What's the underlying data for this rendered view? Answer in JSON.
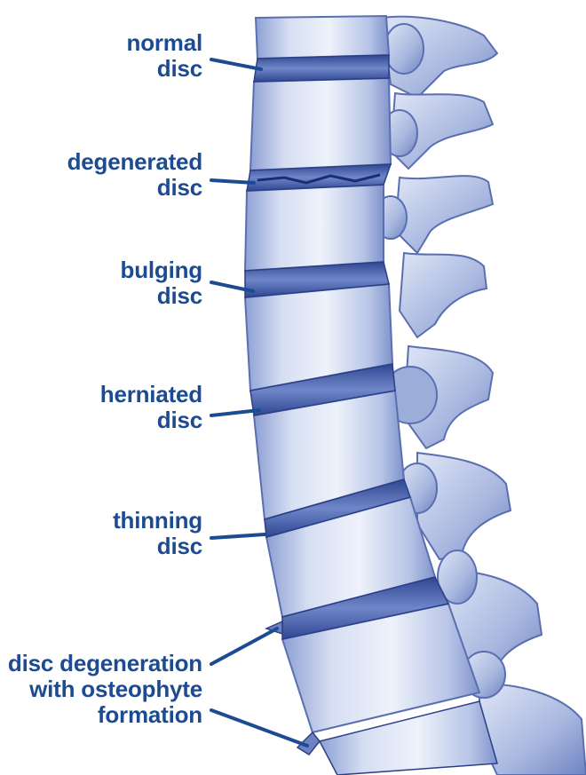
{
  "labels": {
    "normal": {
      "line1": "normal",
      "line2": "disc"
    },
    "degenerated": {
      "line1": "degenerated",
      "line2": "disc"
    },
    "bulging": {
      "line1": "bulging",
      "line2": "disc"
    },
    "herniated": {
      "line1": "herniated",
      "line2": "disc"
    },
    "thinning": {
      "line1": "thinning",
      "line2": "disc"
    },
    "osteophyte": {
      "line1": "disc degeneration",
      "line2": "with osteophyte",
      "line3": "formation"
    }
  },
  "colors": {
    "label_text": "#1c4b92",
    "bone_light": "#e8edf8",
    "bone_mid": "#aebce0",
    "bone_dark": "#5d72b4",
    "disc": "#3d56a0"
  }
}
